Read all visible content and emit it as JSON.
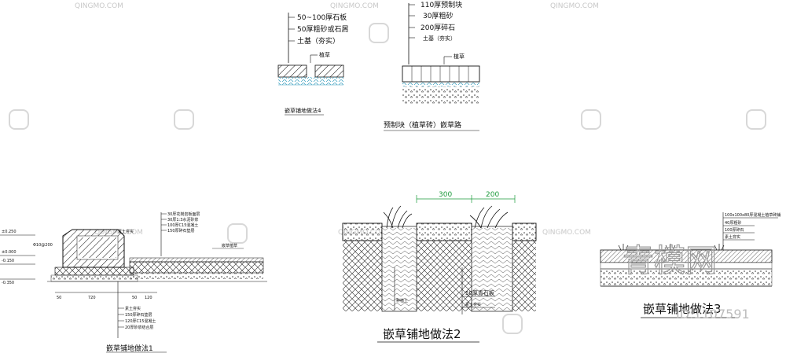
{
  "watermark": {
    "site": "QINGMO.COM",
    "brand": "青模网",
    "big": "青模网",
    "id": "ID:1107591"
  },
  "d4": {
    "labels": [
      "50~100厚石板",
      "50厚粗砂或石屑",
      "土基（夯实）"
    ],
    "grass": "植草",
    "title": "嵌草铺地做法4"
  },
  "dp": {
    "labels": [
      "110厚预制块",
      "30厚粗砂",
      "200厚碎石",
      "土基（夯实）"
    ],
    "grass": "植草",
    "title": "预制块（植草砖）嵌草路"
  },
  "d1": {
    "left_labels": [
      "±0.250",
      "±0.000",
      "-0.150",
      "-0.350"
    ],
    "dia": "Φ10@200",
    "top_labels": [
      "30厚花岗岩板面层",
      "30厚1:3水泥砂浆",
      "100厚C15混凝土",
      "150厚碎石垫层",
      "素土夯实"
    ],
    "bottom_labels": [
      "素土夯实",
      "150厚碎石垫层",
      "120厚C15混凝土",
      "20厚砂浆结合层"
    ],
    "dims": [
      "50",
      "720",
      "50",
      "120"
    ],
    "note": "嵌草植草",
    "title": "嵌草铺地做法1"
  },
  "d2": {
    "dim1": "300",
    "dim2": "200",
    "label_soil": "种植土",
    "label_slab": "50厚青石板",
    "label_base": "素土夯实",
    "title": "嵌草铺地做法2"
  },
  "d3": {
    "labels": [
      "100x100x80厚混凝土植草砖铺",
      "40厚粗砂",
      "100厚碎石",
      "素土夯实"
    ],
    "title": "嵌草铺地做法3"
  }
}
